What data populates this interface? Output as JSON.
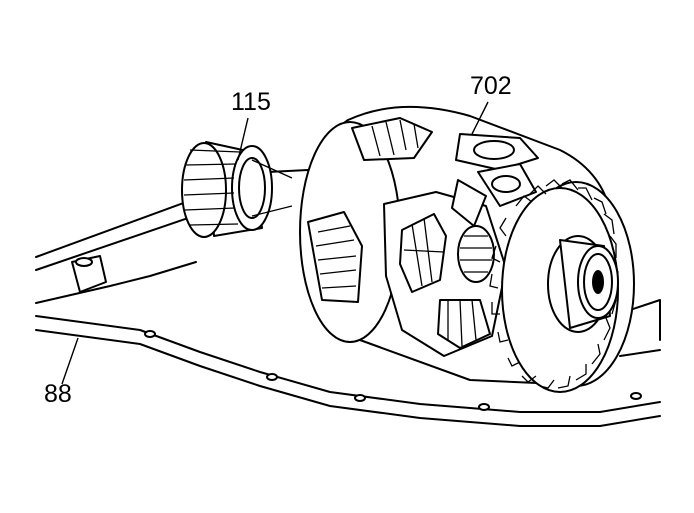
{
  "callouts": {
    "c115": "115",
    "c702": "702",
    "c88": "88"
  },
  "colors": {
    "line": "#000000",
    "background": "#ffffff"
  }
}
